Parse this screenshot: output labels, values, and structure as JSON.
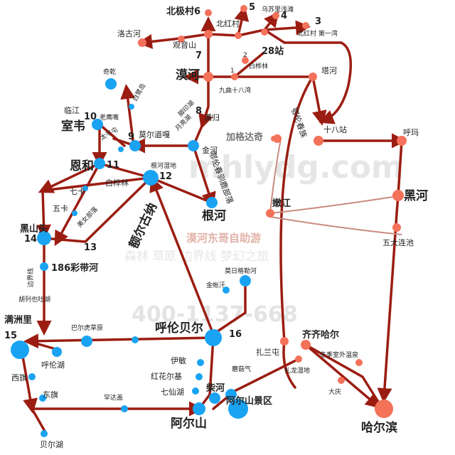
{
  "watermark": {
    "site": "mhlydg.com",
    "brand": "漠河东哥自助游",
    "slogan": "森林 草原 边界线 梦幻之旅",
    "phone": "400-1137-668"
  },
  "places": {
    "mohe": "漠河",
    "beijicun": "北极村6",
    "n5": "5",
    "wusuli": "乌苏里浅滩",
    "n4": "4",
    "n3": "3",
    "dijiwan": "北红村 第一湾",
    "beihongcun": "北红村",
    "luoguhe": "洛古河",
    "guanyinshan": "观音山",
    "n7": "7",
    "n28": "28站",
    "n2": "2",
    "baihualin1": "白桦林",
    "n1": "1",
    "jiuqu": "九曲十八湾",
    "tahe": "塔河",
    "qidian": "奇乾",
    "baiyedao": "白鹭岛",
    "linjiang": "临江",
    "n10": "10",
    "laoyingzui": "老鹰嘴",
    "shiwei": "室韦",
    "taipingtun": "太平屯",
    "n9": "9",
    "moerdaoga": "莫尔道嘎",
    "jiaoyinhu": "脚印湖",
    "yueguanghu": "月亮湖",
    "n8": "8",
    "mangui": "满归",
    "jinhe": "金河",
    "jiagedaqi": "加格达奇",
    "elunchun": "鄂伦春族",
    "shibazhan": "十八站",
    "huma": "呼玛",
    "enhe": "恩和",
    "n11": "11",
    "genheshidi": "根河湿地",
    "n12": "12",
    "baihualin2": "白桦林",
    "qika": "七卡",
    "wuka": "五卡",
    "meinvbuluo": "美女部落",
    "erguna": "额尔古纳",
    "aolugu": "鄂伦春驯鹿部落",
    "genhe": "根河",
    "nenjiang": "嫩江",
    "heihe": "黑河",
    "heishantou": "黑山头",
    "n14": "14",
    "n13": "13",
    "wudalianchi": "五大连池",
    "bianjiexian": "边界线",
    "caidaihe": "186彩带河",
    "moriguhe": "莫日格勒河",
    "jinzhangan": "金帐汗",
    "hulieyetu": "胡列也吐湖",
    "manzhouli": "满洲里",
    "n15": "15",
    "baerhu": "巴尔虎草原",
    "hulunbeier": "呼伦贝尔",
    "n16": "16",
    "qiqihaer": "齐齐哈尔",
    "hulunhu": "呼伦湖",
    "yimin": "伊敏",
    "zhalantun": "扎兰屯",
    "dongjishiwai": "冬季室外温泉",
    "honghuaerji": "红花尔基",
    "moguqi": "蘑菇气",
    "zhalongshidi": "扎龙湿地",
    "xiqi": "西旗",
    "qixianhu": "七仙湖",
    "chaihe": "柴河",
    "daqing": "大庆",
    "dongqi": "东旗",
    "handagai": "罕达盖",
    "aershanjingqu": "阿尔山景区",
    "haerbin": "哈尔滨",
    "aershan": "阿尔山",
    "beierhu": "贝尔湖"
  },
  "colors": {
    "route": "#9b1d12",
    "node_blue": "#1aa3f2",
    "node_orange": "#f4715a",
    "watermark": "#dcdcdc"
  }
}
